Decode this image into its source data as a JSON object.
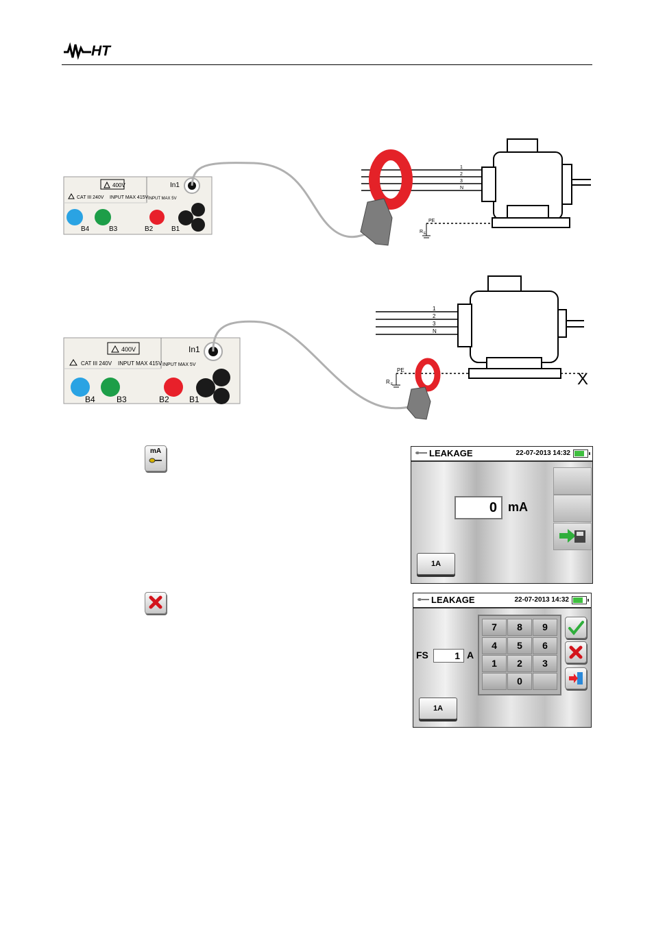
{
  "header": {
    "logo_text": "HT"
  },
  "diagram1": {
    "instrument": {
      "panel_voltage": "400V",
      "cat_label": "CAT III 240V",
      "input_label": "INPUT MAX 415V",
      "in1_label": "In1",
      "in1_input_label": "INPUT MAX 5V",
      "terminals": [
        "B4",
        "B3",
        "B2",
        "B1"
      ]
    },
    "lines": [
      "1",
      "2",
      "3",
      "N"
    ],
    "pe_label": "PE",
    "re_label": "R",
    "re_sub": "E"
  },
  "diagram2": {
    "instrument": {
      "panel_voltage": "400V",
      "cat_label": "CAT III 240V",
      "input_label": "INPUT MAX 415V",
      "in1_label": "In1",
      "in1_input_label": "INPUT MAX 5V",
      "terminals": [
        "B4",
        "B3",
        "B2",
        "B1"
      ]
    },
    "lines": [
      "1",
      "2",
      "3",
      "N"
    ],
    "pe_label": "PE",
    "re_label": "R",
    "re_sub": "E",
    "open_mark": "X"
  },
  "icons": {
    "ma_icon_label": "mA"
  },
  "screen1": {
    "title": "LEAKAGE",
    "datetime": "22-07-2013 14:32",
    "value": "0",
    "unit": "mA",
    "range_button": "1A"
  },
  "screen2": {
    "title": "LEAKAGE",
    "datetime": "22-07-2013 14:32",
    "fs_label": "FS",
    "fs_value": "1",
    "fs_unit": "A",
    "keys": [
      "7",
      "8",
      "9",
      "4",
      "5",
      "6",
      "1",
      "2",
      "3",
      "0"
    ],
    "range_button": "1A"
  }
}
